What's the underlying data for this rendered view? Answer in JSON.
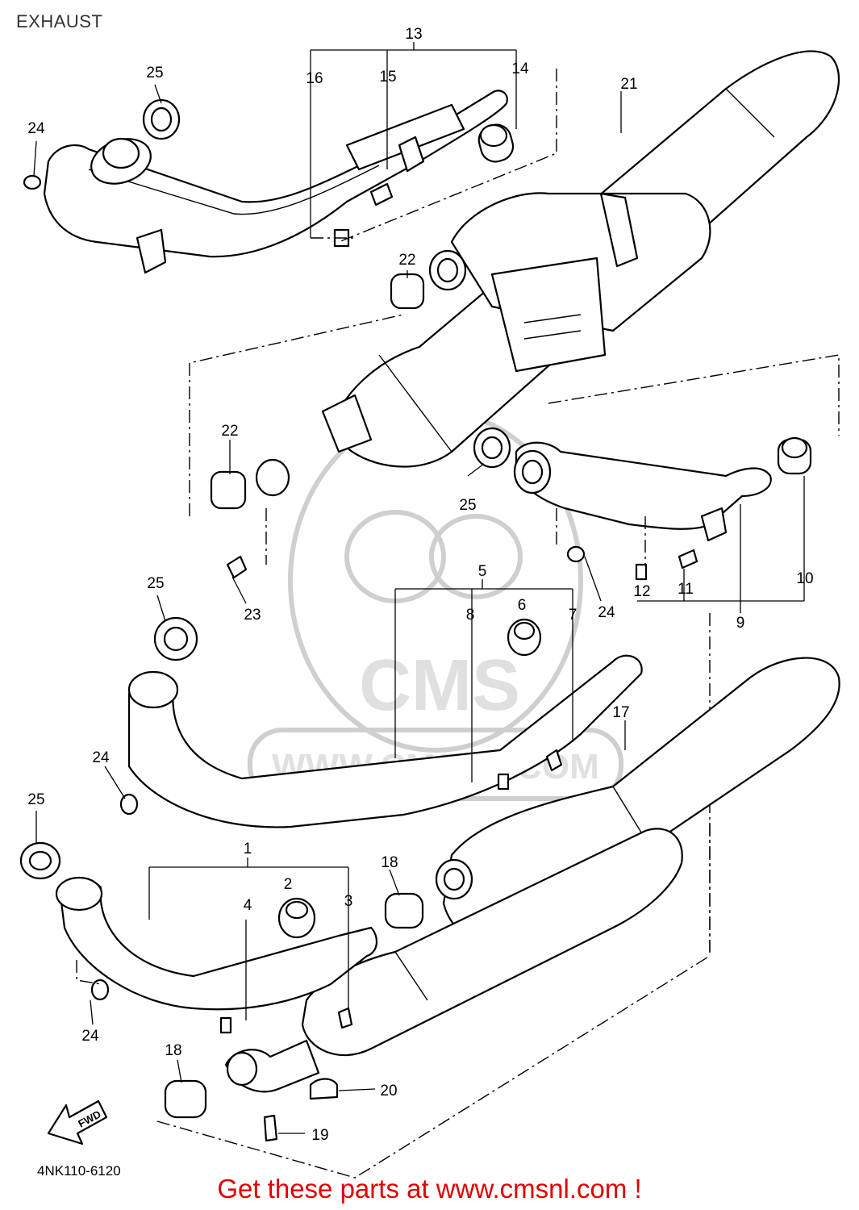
{
  "title": "EXHAUST",
  "diagram_code": "4NK110-6120",
  "cta_text": "Get these parts at www.cmsnl.com !",
  "watermark": {
    "text": "WWW.CMSNL.COM",
    "logo": "CMS"
  },
  "fwd_label": "FWD",
  "callouts": {
    "c1": "1",
    "c2": "2",
    "c3": "3",
    "c4": "4",
    "c5": "5",
    "c6": "6",
    "c7": "7",
    "c8": "8",
    "c9": "9",
    "c10": "10",
    "c11": "11",
    "c12": "12",
    "c13": "13",
    "c14": "14",
    "c15": "15",
    "c16": "16",
    "c17": "17",
    "c18a": "18",
    "c18b": "18",
    "c19": "19",
    "c20": "20",
    "c21": "21",
    "c22a": "22",
    "c22b": "22",
    "c23": "23",
    "c24a": "24",
    "c24b": "24",
    "c24c": "24",
    "c24d": "24",
    "c25a": "25",
    "c25b": "25",
    "c25c": "25",
    "c25d": "25"
  },
  "colors": {
    "line": "#000000",
    "cta": "#e00000",
    "watermark": "#cfcfcf"
  }
}
